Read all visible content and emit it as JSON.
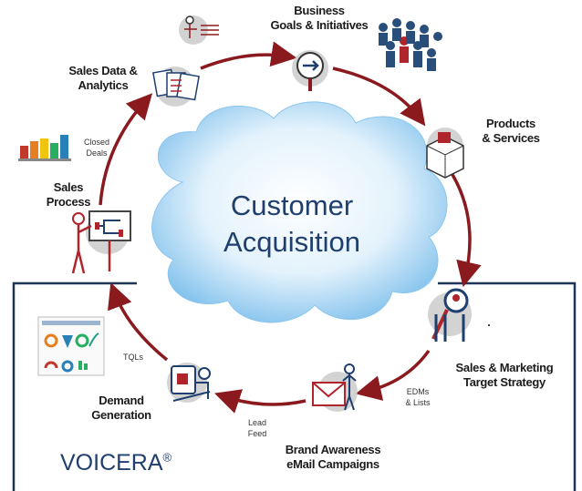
{
  "center": {
    "line1": "Customer",
    "line2": "Acquisition"
  },
  "stages": [
    {
      "line1": "Business",
      "line2": "Goals & Initiatives"
    },
    {
      "line1": "Products",
      "line2": "& Services"
    },
    {
      "line1": "Sales & Marketing",
      "line2": "Target Strategy"
    },
    {
      "line1": "Brand Awareness",
      "line2": "eMail Campaigns"
    },
    {
      "line1": "Demand",
      "line2": "Generation"
    },
    {
      "line1": "Sales",
      "line2": "Process"
    },
    {
      "line1": "Sales Data &",
      "line2": "Analytics"
    }
  ],
  "connectors": {
    "edms": {
      "line1": "EDMs",
      "line2": "& Lists"
    },
    "lead_feed": {
      "line1": "Lead",
      "line2": "Feed"
    },
    "tqls": "TQLs",
    "closed_deals": {
      "line1": "Closed",
      "line2": "Deals"
    }
  },
  "brand": {
    "name": "VOICERA",
    "mark": "®"
  },
  "colors": {
    "arrow": "#8b1a1f",
    "cloud": "#9fd0f2",
    "navy": "#1f3f6e",
    "box": "#1f3556"
  }
}
